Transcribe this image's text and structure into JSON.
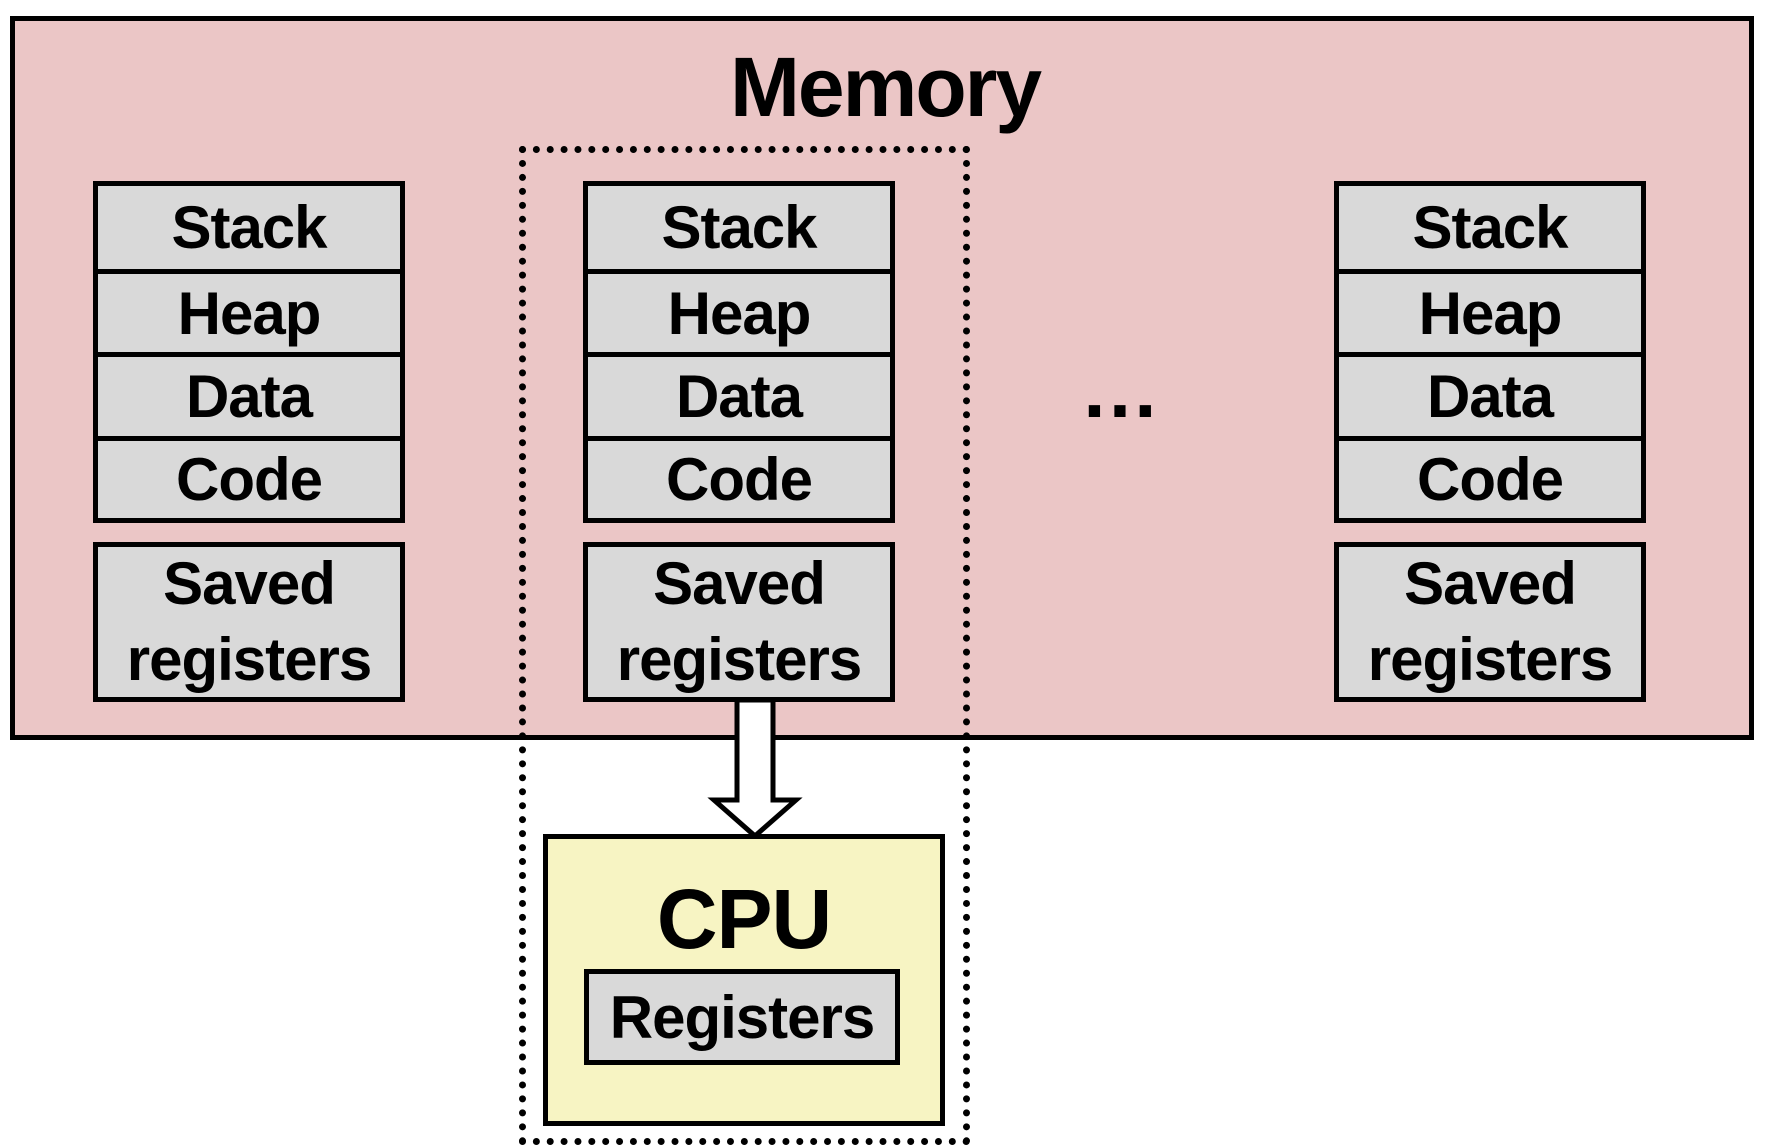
{
  "memory": {
    "title": "Memory",
    "processes": [
      {
        "segments": [
          "Stack",
          "Heap",
          "Data",
          "Code"
        ],
        "saved_line1": "Saved",
        "saved_line2": "registers"
      },
      {
        "segments": [
          "Stack",
          "Heap",
          "Data",
          "Code"
        ],
        "saved_line1": "Saved",
        "saved_line2": "registers"
      },
      {
        "segments": [
          "Stack",
          "Heap",
          "Data",
          "Code"
        ],
        "saved_line1": "Saved",
        "saved_line2": "registers"
      }
    ],
    "ellipsis": "…"
  },
  "cpu": {
    "title": "CPU",
    "registers_label": "Registers"
  },
  "colors": {
    "memory_fill": "#ebc6c6",
    "segment_fill": "#d9d9d9",
    "cpu_fill": "#f7f4c3",
    "outline": "#000000"
  }
}
